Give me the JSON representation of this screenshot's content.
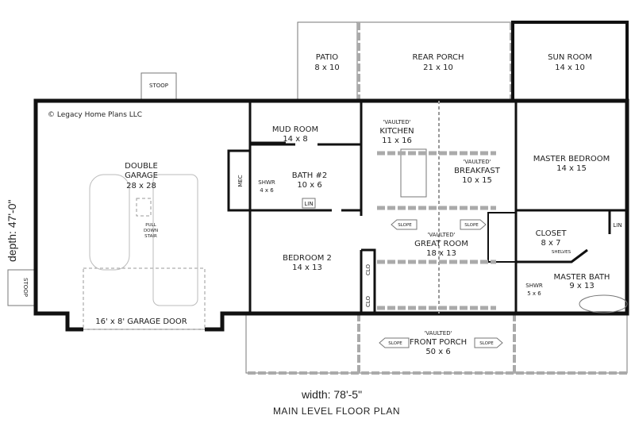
{
  "copyright": "© Legacy Home Plans LLC",
  "dimensions": {
    "depth": "depth: 47'-0\"",
    "width": "width: 78'-5\""
  },
  "plan_title": "MAIN LEVEL FLOOR PLAN",
  "rooms": {
    "patio": {
      "name": "PATIO",
      "size": "8 x 10"
    },
    "rear_porch": {
      "name": "REAR PORCH",
      "size": "21 x 10"
    },
    "sun_room": {
      "name": "SUN ROOM",
      "size": "14 x 10"
    },
    "stoop_top": {
      "name": "STOOP"
    },
    "stoop_left": {
      "name": "STOOP"
    },
    "garage": {
      "name1": "DOUBLE",
      "name2": "GARAGE",
      "size": "28 x 28"
    },
    "pull_down_stair": {
      "l1": "PULL",
      "l2": "DOWN",
      "l3": "STAIR"
    },
    "garage_door": {
      "name": "16' x 8' GARAGE DOOR"
    },
    "mud_room": {
      "name": "MUD ROOM",
      "size": "14 x 8"
    },
    "mec": {
      "name": "MEC"
    },
    "shower2": {
      "name": "SHWR",
      "size": "4 x 6"
    },
    "bath2": {
      "name": "BATH #2",
      "size": "10 x 6"
    },
    "lin1": {
      "name": "LIN"
    },
    "kitchen": {
      "note": "'VAULTED'",
      "name": "KITCHEN",
      "size": "11 x 16"
    },
    "breakfast": {
      "note": "'VAULTED'",
      "name": "BREAKFAST",
      "size": "10 x 15"
    },
    "great_room": {
      "note": "'VAULTED'",
      "name": "GREAT ROOM",
      "size": "18 x 13"
    },
    "bedroom2": {
      "name": "BEDROOM 2",
      "size": "14 x 13"
    },
    "clo": {
      "name": "CLO"
    },
    "clo2": {
      "name": "CLO"
    },
    "master_bedroom": {
      "name": "MASTER BEDROOM",
      "size": "14 x 15"
    },
    "closet": {
      "name": "CLOSET",
      "size": "8 x 7",
      "shelves": "SHELVES"
    },
    "lin2": {
      "name": "LIN"
    },
    "master_shower": {
      "name": "SHWR",
      "size": "5 x 6"
    },
    "master_bath": {
      "name": "MASTER BATH",
      "size": "9 x 13"
    },
    "front_porch": {
      "note": "'VAULTED'",
      "name": "FRONT PORCH",
      "size": "50 x 6"
    }
  },
  "slope_labels": [
    "SLOPE",
    "SLOPE",
    "SLOPE",
    "SLOPE"
  ]
}
